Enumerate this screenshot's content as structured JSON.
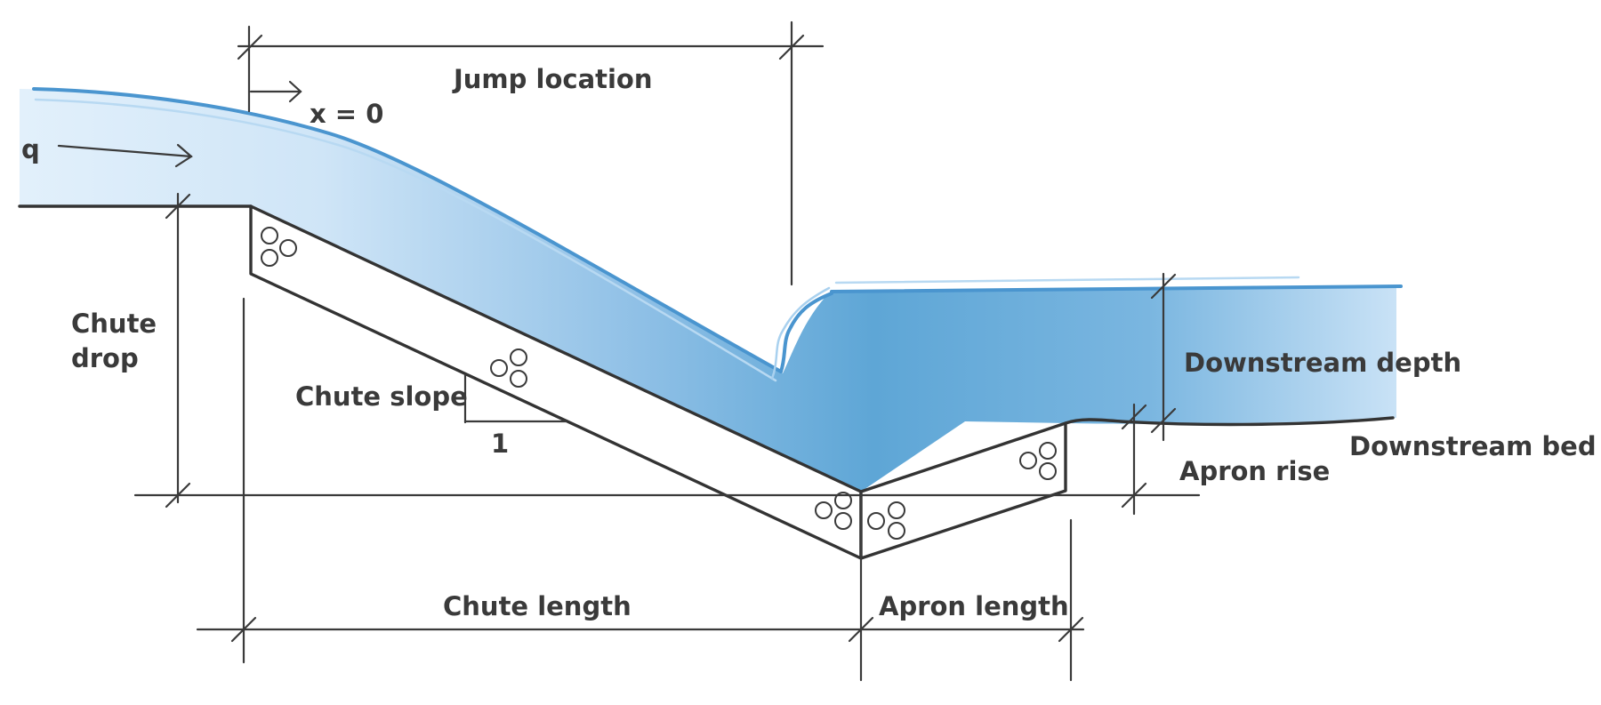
{
  "labels": {
    "jump_location": "Jump location",
    "x_zero": "x = 0",
    "q": "q",
    "chute_drop_line1": "Chute",
    "chute_drop_line2": "drop",
    "chute_slope": "Chute slope",
    "slope_run": "1",
    "downstream_depth": "Downstream depth",
    "downstream_bed": "Downstream bed",
    "apron_rise": "Apron rise",
    "chute_length": "Chute length",
    "apron_length": "Apron length"
  },
  "colors": {
    "water_light": "#dcedfa",
    "water_mid": "#9ec9ea",
    "water_deep": "#5aa3d4",
    "surface_line": "#4a95cf",
    "ink": "#3a3a3a"
  }
}
